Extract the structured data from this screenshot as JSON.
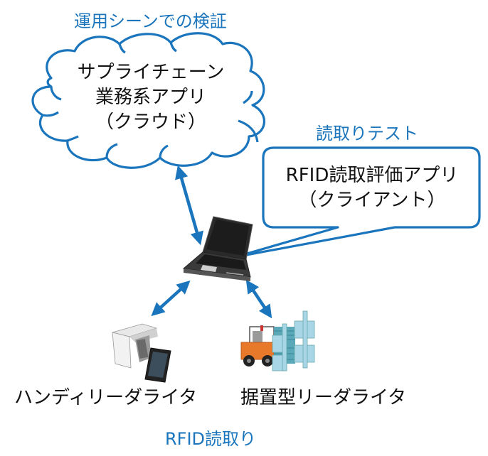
{
  "diagram": {
    "colors": {
      "accent": "#1a75bc",
      "text": "#111111",
      "forklift": "#e8782a",
      "rack": "#a9d6e6"
    },
    "cloud": {
      "heading": "運用シーンでの検証",
      "lines": [
        "サプライチェーン",
        "業務系アプリ",
        "（クラウド）"
      ]
    },
    "client": {
      "heading": "読取りテスト",
      "lines": [
        "RFID読取評価アプリ",
        "（クライアント）"
      ]
    },
    "devices": {
      "laptop": "laptop-icon",
      "handy": {
        "label": "ハンディリーダライタ",
        "icon": "handheld-reader-icon"
      },
      "fixed": {
        "label": "据置型リーダライタ",
        "icon": "forklift-gate-reader-icon"
      }
    },
    "footer": "RFID読取り"
  }
}
